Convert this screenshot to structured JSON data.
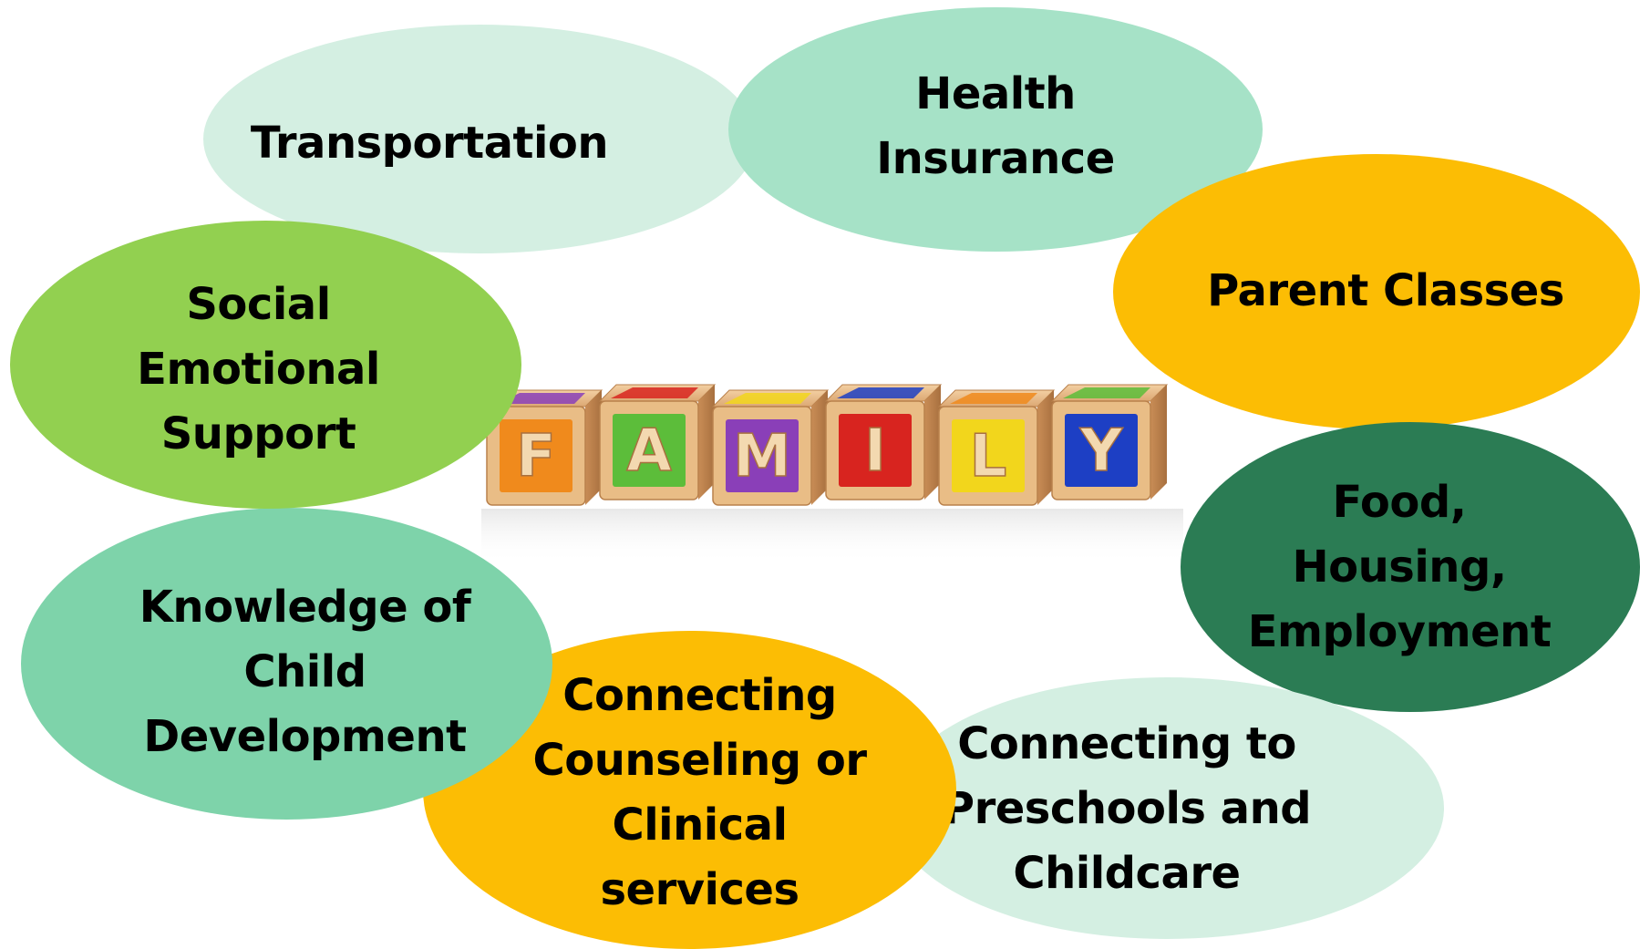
{
  "center": {
    "letters": [
      "F",
      "A",
      "M",
      "I",
      "L",
      "Y"
    ],
    "block_colors": [
      "#f08a1c",
      "#5cbd3a",
      "#8a3fb8",
      "#d8241f",
      "#f2d61c",
      "#1d3fc4"
    ]
  },
  "bubbles": {
    "transportation": {
      "label": "Transportation",
      "color": "#d4efe2"
    },
    "health_insurance": {
      "label": "Health\nInsurance",
      "color": "#a6e2c7"
    },
    "parent_classes": {
      "label": "Parent Classes",
      "color": "#fcbd04"
    },
    "food_housing_employment": {
      "label": "Food,\nHousing,\nEmployment",
      "color": "#2b7c54"
    },
    "preschools_childcare": {
      "label": "Connecting to\nPreschools and\nChildcare",
      "color": "#d4efe2"
    },
    "counseling_clinical": {
      "label": "Connecting\nCounseling or\nClinical\nservices",
      "color": "#fcbd04"
    },
    "child_development": {
      "label": "Knowledge of\nChild\nDevelopment",
      "color": "#7ed3aa"
    },
    "social_emotional": {
      "label": "Social\nEmotional\nSupport",
      "color": "#92d050"
    }
  }
}
